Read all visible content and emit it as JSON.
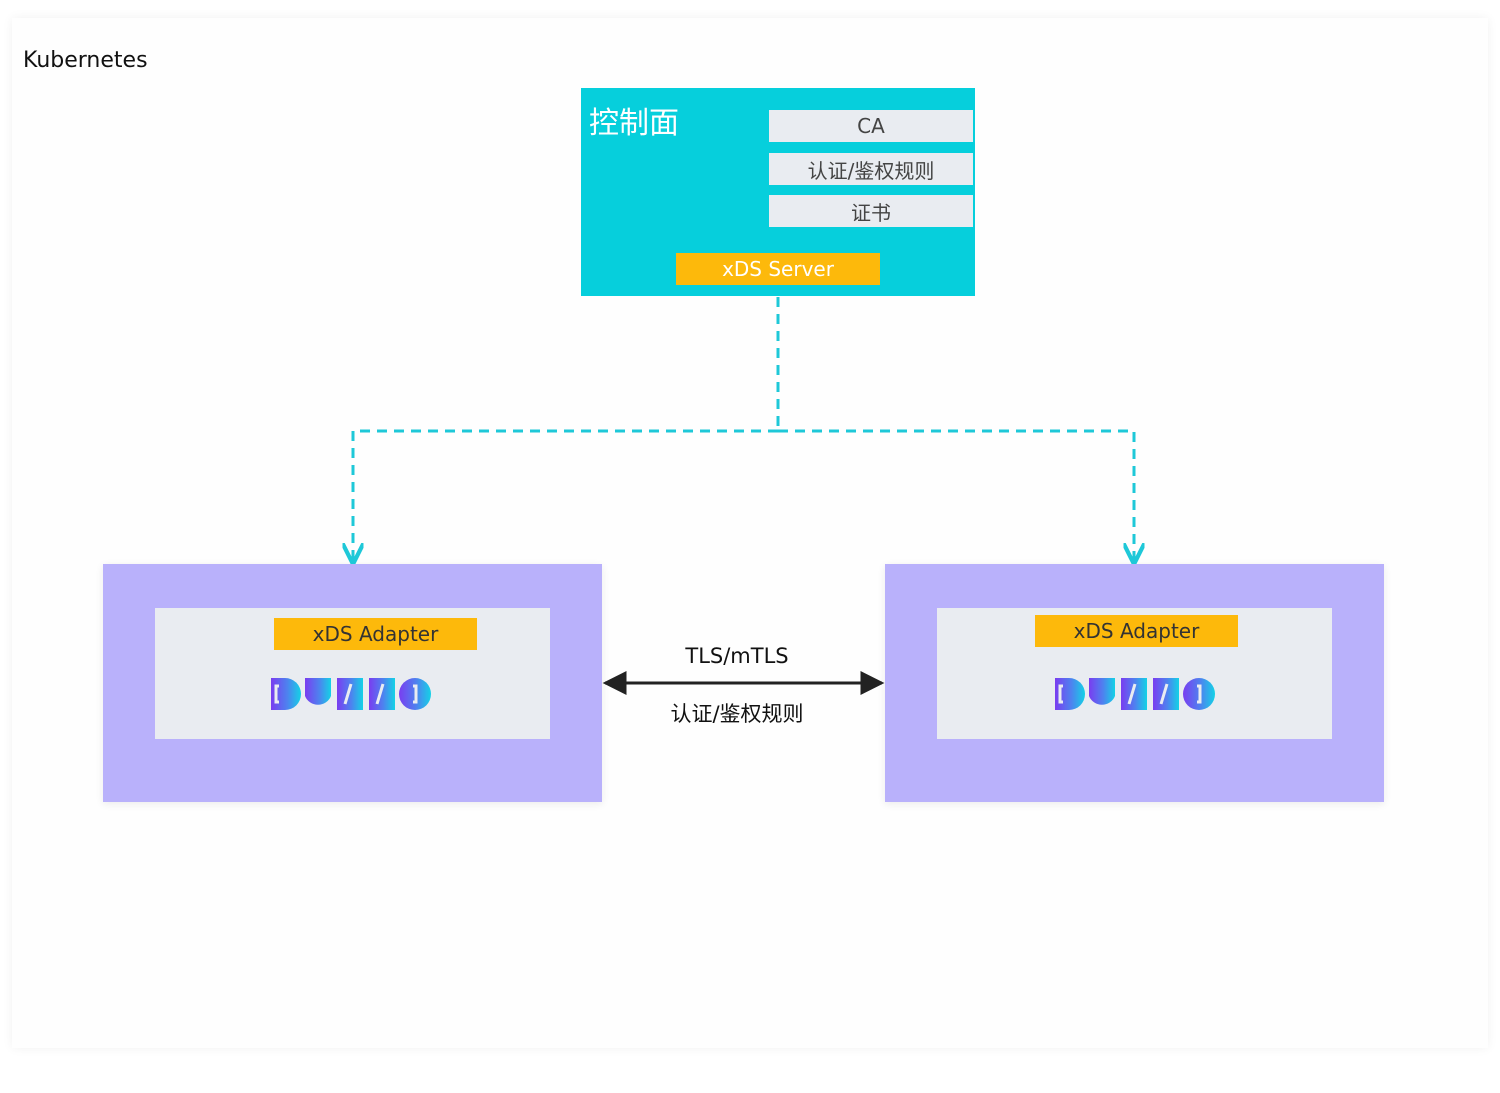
{
  "cluster": {
    "label": "Kubernetes"
  },
  "control_plane": {
    "title": "控制面",
    "items": [
      "CA",
      "认证/鉴权规则",
      "证书"
    ],
    "server_label": "xDS Server"
  },
  "nodes": [
    {
      "adapter_label": "xDS Adapter",
      "logo": "dubbo-logo"
    },
    {
      "adapter_label": "xDS Adapter",
      "logo": "dubbo-logo"
    }
  ],
  "link": {
    "top_label": "TLS/mTLS",
    "bottom_label": "认证/鉴权规则"
  },
  "colors": {
    "control_plane": "#06cfdc",
    "node": "#b9b1fb",
    "inner": "#e9ecf1",
    "accent": "#fdb90b",
    "connector": "#1ec8d8",
    "logo_start": "#7a3df0",
    "logo_end": "#14d2e6"
  }
}
